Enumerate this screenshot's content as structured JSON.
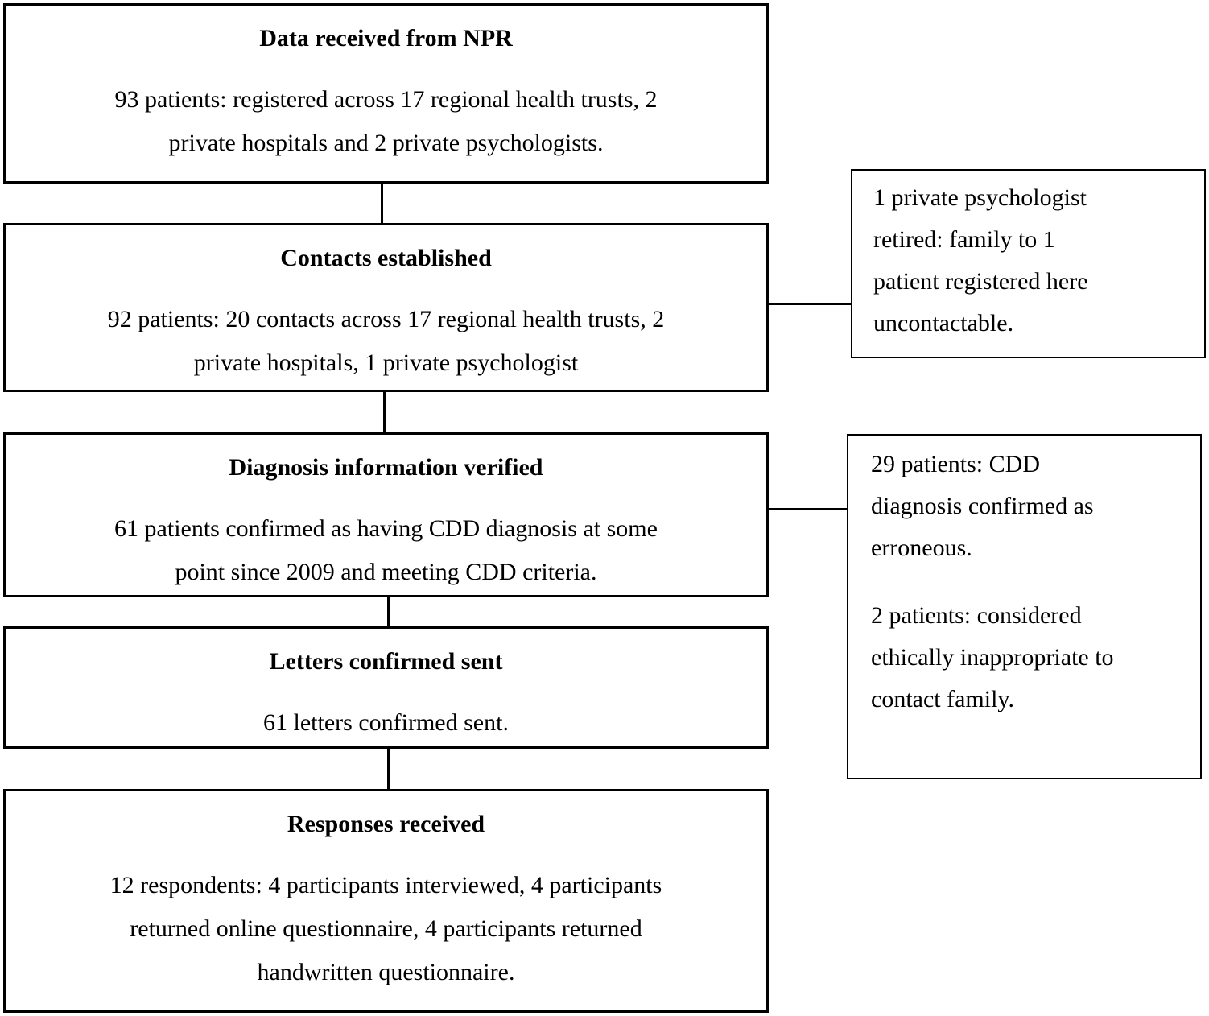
{
  "figure": {
    "type": "flowchart",
    "colors": {
      "background": "#ffffff",
      "border": "#000000",
      "text": "#000000"
    },
    "main_boxes": [
      {
        "title": "Data received from NPR",
        "lines": [
          "93 patients: registered across 17 regional health trusts, 2",
          "private hospitals and 2 private psychologists."
        ]
      },
      {
        "title": "Contacts established",
        "lines": [
          "92 patients: 20 contacts across 17 regional health trusts, 2",
          "private hospitals, 1 private psychologist"
        ]
      },
      {
        "title": "Diagnosis information verified",
        "lines": [
          "61 patients confirmed as having CDD diagnosis at some",
          "point since 2009 and meeting CDD criteria."
        ]
      },
      {
        "title": "Letters confirmed sent",
        "lines": [
          "61 letters confirmed sent."
        ]
      },
      {
        "title": "Responses received",
        "lines": [
          "12 respondents: 4 participants interviewed, 4 participants",
          "returned online questionnaire, 4 participants returned",
          "handwritten questionnaire."
        ]
      }
    ],
    "side_notes": [
      {
        "lines": [
          "1 private psychologist",
          "retired: family to 1",
          "patient registered here",
          "uncontactable."
        ]
      },
      {
        "paragraphs": [
          {
            "lines": [
              "29 patients: CDD",
              "diagnosis confirmed as",
              "erroneous."
            ]
          },
          {
            "lines": [
              "2 patients: considered",
              "ethically inappropriate to",
              "contact family."
            ]
          }
        ]
      }
    ]
  }
}
